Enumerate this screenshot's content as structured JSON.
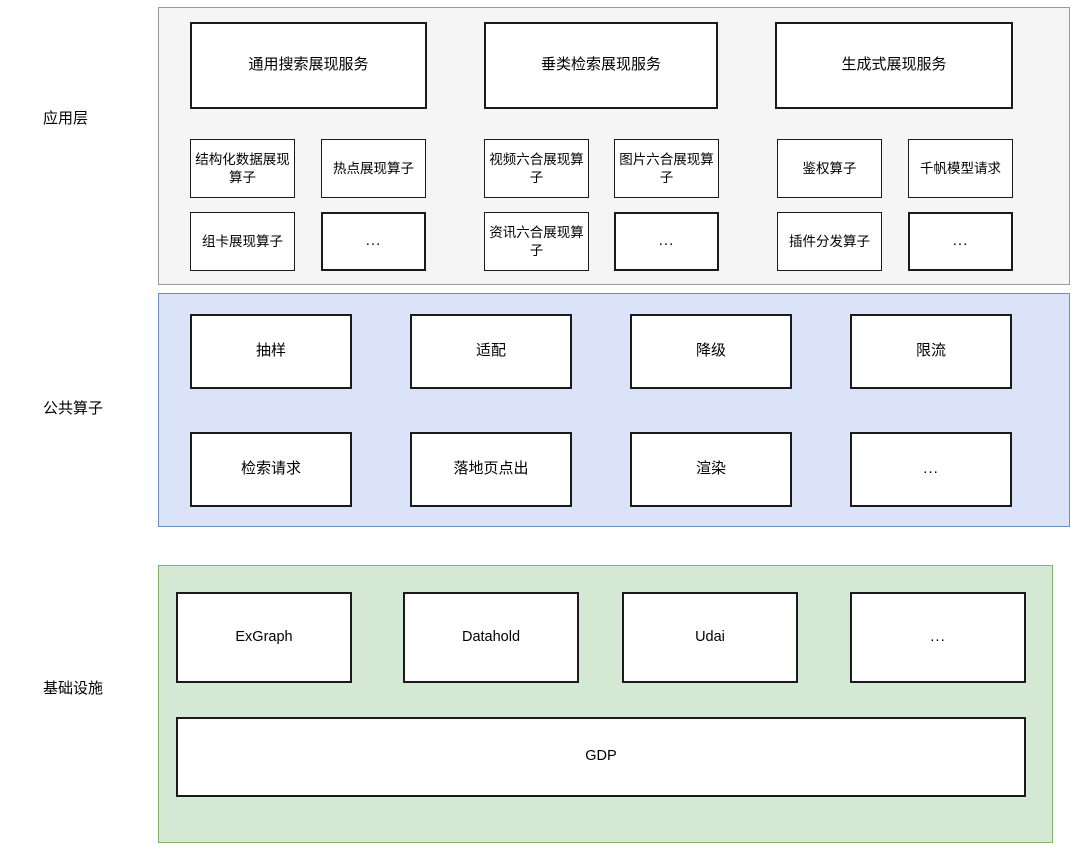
{
  "diagram": {
    "title_visible": false,
    "colors": {
      "app_layer_bg": "#f5f5f5",
      "app_layer_border": "#9b9b9b",
      "common_layer_bg": "#dae3f7",
      "common_layer_border": "#6c8ebf",
      "infra_layer_bg": "#d5e8d4",
      "infra_layer_border": "#82b366",
      "node_bg": "#ffffff",
      "node_border": "#1a1a1a",
      "text": "#000000"
    },
    "layers": [
      {
        "id": "application",
        "label": "应用层",
        "services": [
          {
            "label": "通用搜索展现服务"
          },
          {
            "label": "垂类检索展现服务"
          },
          {
            "label": "生成式展现服务"
          }
        ],
        "operators_row1": [
          {
            "label": "结构化数据展现算子"
          },
          {
            "label": "热点展现算子"
          },
          {
            "label": "视频六合展现算子"
          },
          {
            "label": "图片六合展现算子"
          },
          {
            "label": "鉴权算子"
          },
          {
            "label": "千帆模型请求"
          }
        ],
        "operators_row2": [
          {
            "label": "组卡展现算子"
          },
          {
            "label": "..."
          },
          {
            "label": "资讯六合展现算子"
          },
          {
            "label": "..."
          },
          {
            "label": "插件分发算子"
          },
          {
            "label": "..."
          }
        ]
      },
      {
        "id": "common-operators",
        "label": "公共算子",
        "row1": [
          {
            "label": "抽样"
          },
          {
            "label": "适配"
          },
          {
            "label": "降级"
          },
          {
            "label": "限流"
          }
        ],
        "row2": [
          {
            "label": "检索请求"
          },
          {
            "label": "落地页点出"
          },
          {
            "label": "渲染"
          },
          {
            "label": "..."
          }
        ]
      },
      {
        "id": "infrastructure",
        "label": "基础设施",
        "row1": [
          {
            "label": "ExGraph"
          },
          {
            "label": "Datahold"
          },
          {
            "label": "Udai"
          },
          {
            "label": "..."
          }
        ],
        "row2": [
          {
            "label": "GDP"
          }
        ]
      }
    ]
  }
}
